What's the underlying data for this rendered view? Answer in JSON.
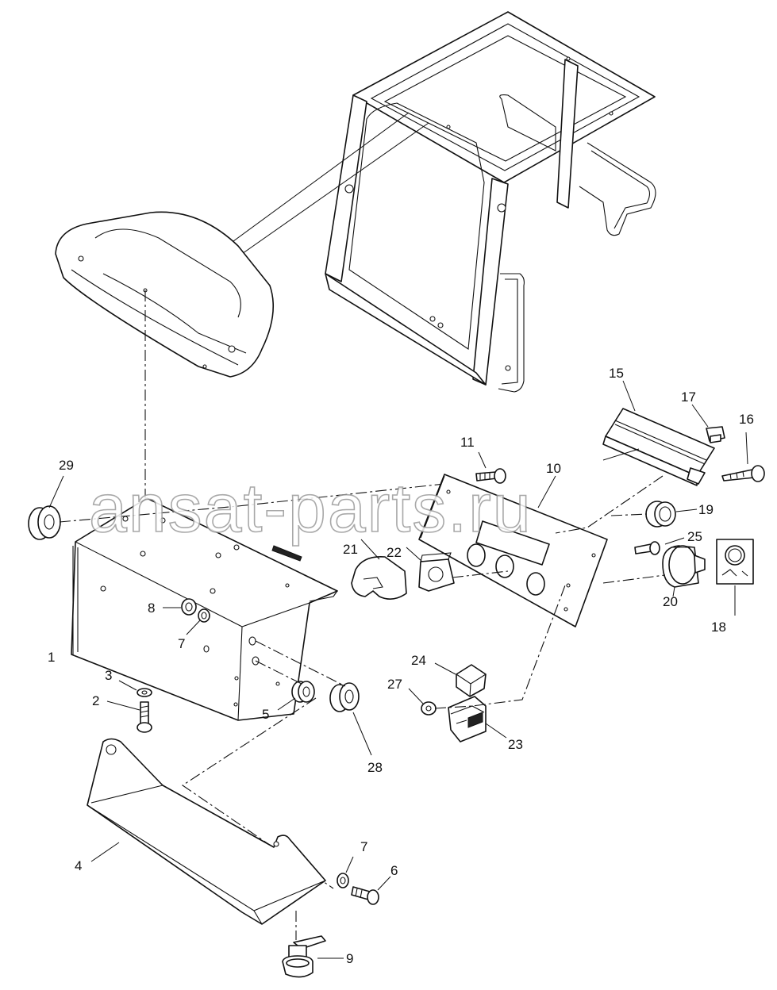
{
  "watermark": "ansat-parts.ru",
  "callouts": [
    "1",
    "2",
    "3",
    "4",
    "5",
    "6",
    "7",
    "7",
    "8",
    "9",
    "10",
    "11",
    "15",
    "16",
    "17",
    "18",
    "19",
    "20",
    "21",
    "22",
    "23",
    "24",
    "25",
    "27",
    "28",
    "29"
  ]
}
